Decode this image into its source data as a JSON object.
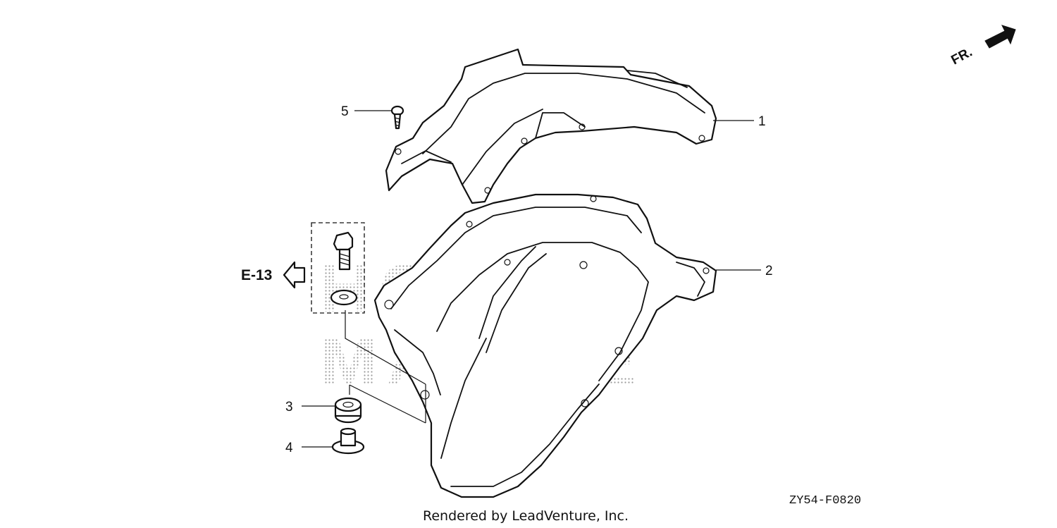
{
  "watermark": {
    "line1": "HONDA",
    "line2": "MARINE"
  },
  "front_indicator": "FR.",
  "reference": {
    "label": "E-13"
  },
  "callouts": [
    {
      "id": "1",
      "label": "1"
    },
    {
      "id": "2",
      "label": "2"
    },
    {
      "id": "3",
      "label": "3"
    },
    {
      "id": "4",
      "label": "4"
    },
    {
      "id": "5",
      "label": "5"
    }
  ],
  "diagram_code": "ZY54-F0820",
  "footer": "Rendered by LeadVenture, Inc."
}
